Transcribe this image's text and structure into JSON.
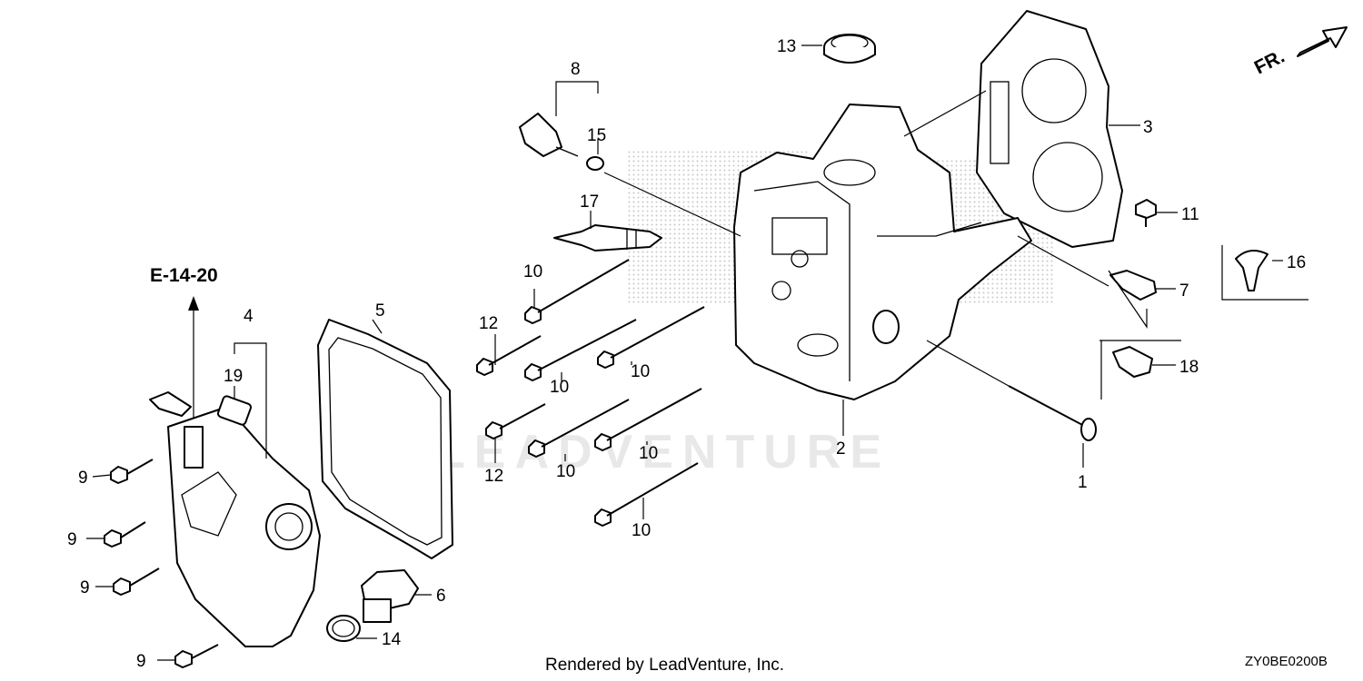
{
  "diagram": {
    "watermark": "LEADVENTURE",
    "reference": "E-14-20",
    "direction_label": "FR.",
    "footer": "Rendered by LeadVenture, Inc.",
    "code": "ZY0BE0200B",
    "callouts": {
      "c1": "1",
      "c2": "2",
      "c3": "3",
      "c4": "4",
      "c5": "5",
      "c6": "6",
      "c7": "7",
      "c8": "8",
      "c9a": "9",
      "c9b": "9",
      "c9c": "9",
      "c9d": "9",
      "c10a": "10",
      "c10b": "10",
      "c10c": "10",
      "c10d": "10",
      "c10e": "10",
      "c10f": "10",
      "c11": "11",
      "c12a": "12",
      "c12b": "12",
      "c13": "13",
      "c14": "14",
      "c15": "15",
      "c16": "16",
      "c17": "17",
      "c18": "18",
      "c19": "19"
    }
  }
}
